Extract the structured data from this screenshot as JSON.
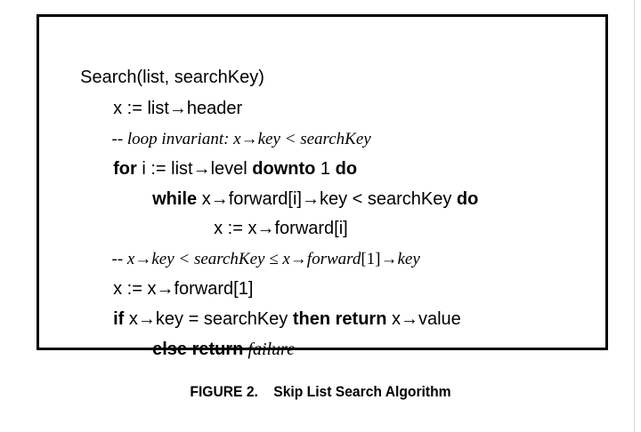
{
  "algorithm": {
    "l1": {
      "text": "Search(list, searchKey)"
    },
    "l2": {
      "text": "x := list→header"
    },
    "l3": {
      "comment": "-- loop invariant: x→key < searchKey"
    },
    "l4": {
      "kw1": "for",
      "mid": " i := list→level ",
      "kw2": "downto",
      "num": " 1 ",
      "kw3": "do"
    },
    "l5": {
      "kw1": "while",
      "mid": " x→forward[i]→key < searchKey ",
      "kw2": "do"
    },
    "l6": {
      "text": "x := x→forward[i]"
    },
    "l7": {
      "pre": "-- x→key < searchKey ≤ x→forward",
      "idx": "[1]",
      "post": "→key"
    },
    "l8": {
      "text": "x := x→forward[1]"
    },
    "l9": {
      "kw1": "if",
      "mid1": " x→key = searchKey ",
      "kw2": "then return",
      "mid2": " x→value"
    },
    "l10": {
      "kw": "else return",
      "it": " failure"
    }
  },
  "caption": {
    "label": "FIGURE 2.",
    "title": "Skip List Search Algorithm"
  }
}
